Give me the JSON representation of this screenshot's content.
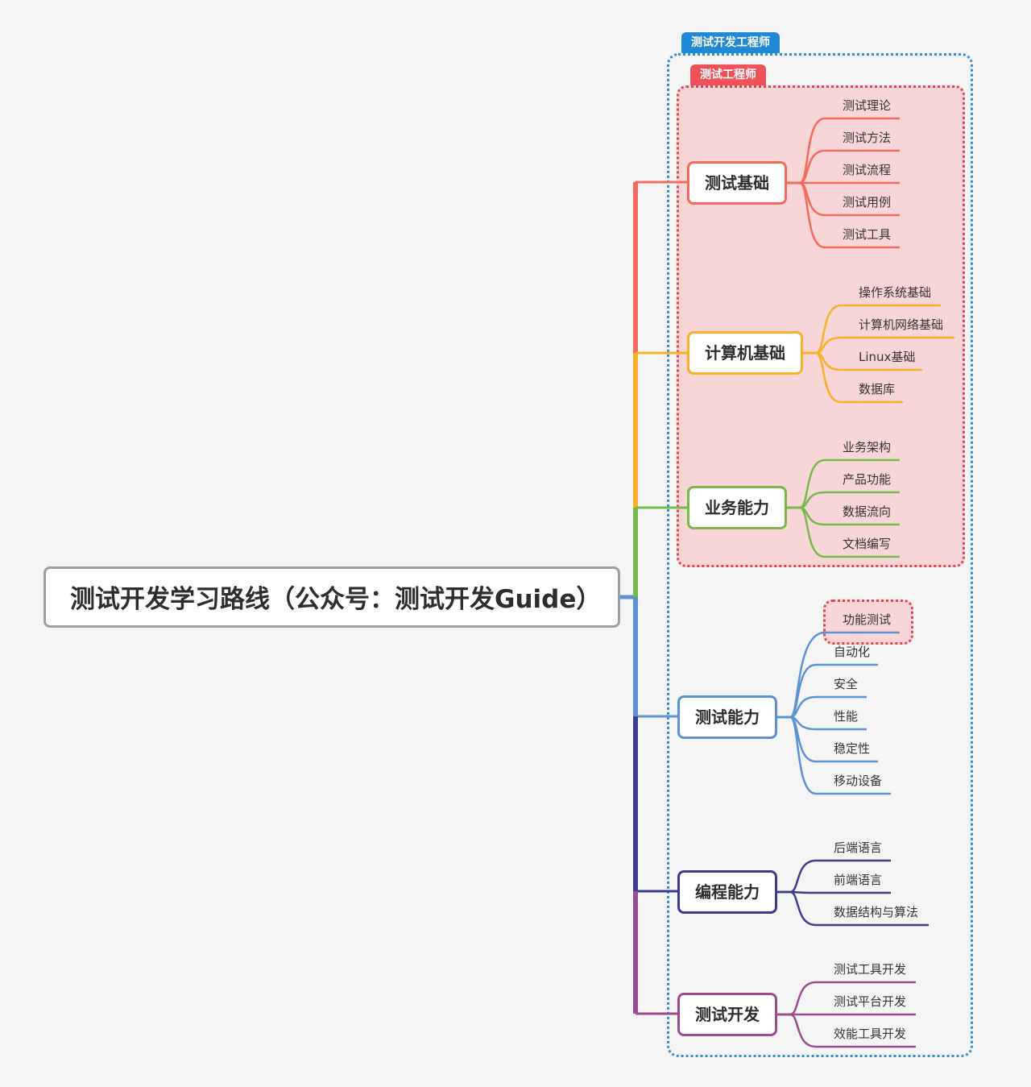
{
  "root": {
    "label": "测试开发学习路线（公众号：测试开发Guide）"
  },
  "frames": {
    "outer_tag": "测试开发工程师",
    "inner_tag": "测试工程师"
  },
  "colors": {
    "red": "#f26b5b",
    "orange": "#f9b12a",
    "green": "#77b84a",
    "blue": "#5b93d2",
    "navy": "#3e3b8e",
    "purple": "#9c4b8f",
    "outer_frame": "#2f8fd6",
    "inner_frame": "#e0484f"
  },
  "branches": [
    {
      "id": "basics",
      "label": "测试基础",
      "color": "#f26b5b",
      "leaves": [
        "测试理论",
        "测试方法",
        "测试流程",
        "测试用例",
        "测试工具"
      ]
    },
    {
      "id": "computer",
      "label": "计算机基础",
      "color": "#f9b12a",
      "leaves": [
        "操作系统基础",
        "计算机网络基础",
        "Linux基础",
        "数据库"
      ]
    },
    {
      "id": "business",
      "label": "业务能力",
      "color": "#77b84a",
      "leaves": [
        "业务架构",
        "产品功能",
        "数据流向",
        "文档编写"
      ]
    },
    {
      "id": "testing",
      "label": "测试能力",
      "color": "#5b93d2",
      "leaves": [
        "功能测试",
        "自动化",
        "安全",
        "性能",
        "稳定性",
        "移动设备"
      ]
    },
    {
      "id": "programming",
      "label": "编程能力",
      "color": "#3e3b8e",
      "leaves": [
        "后端语言",
        "前端语言",
        "数据结构与算法"
      ]
    },
    {
      "id": "devdev",
      "label": "测试开发",
      "color": "#9c4b8f",
      "leaves": [
        "测试工具开发",
        "测试平台开发",
        "效能工具开发"
      ]
    }
  ]
}
